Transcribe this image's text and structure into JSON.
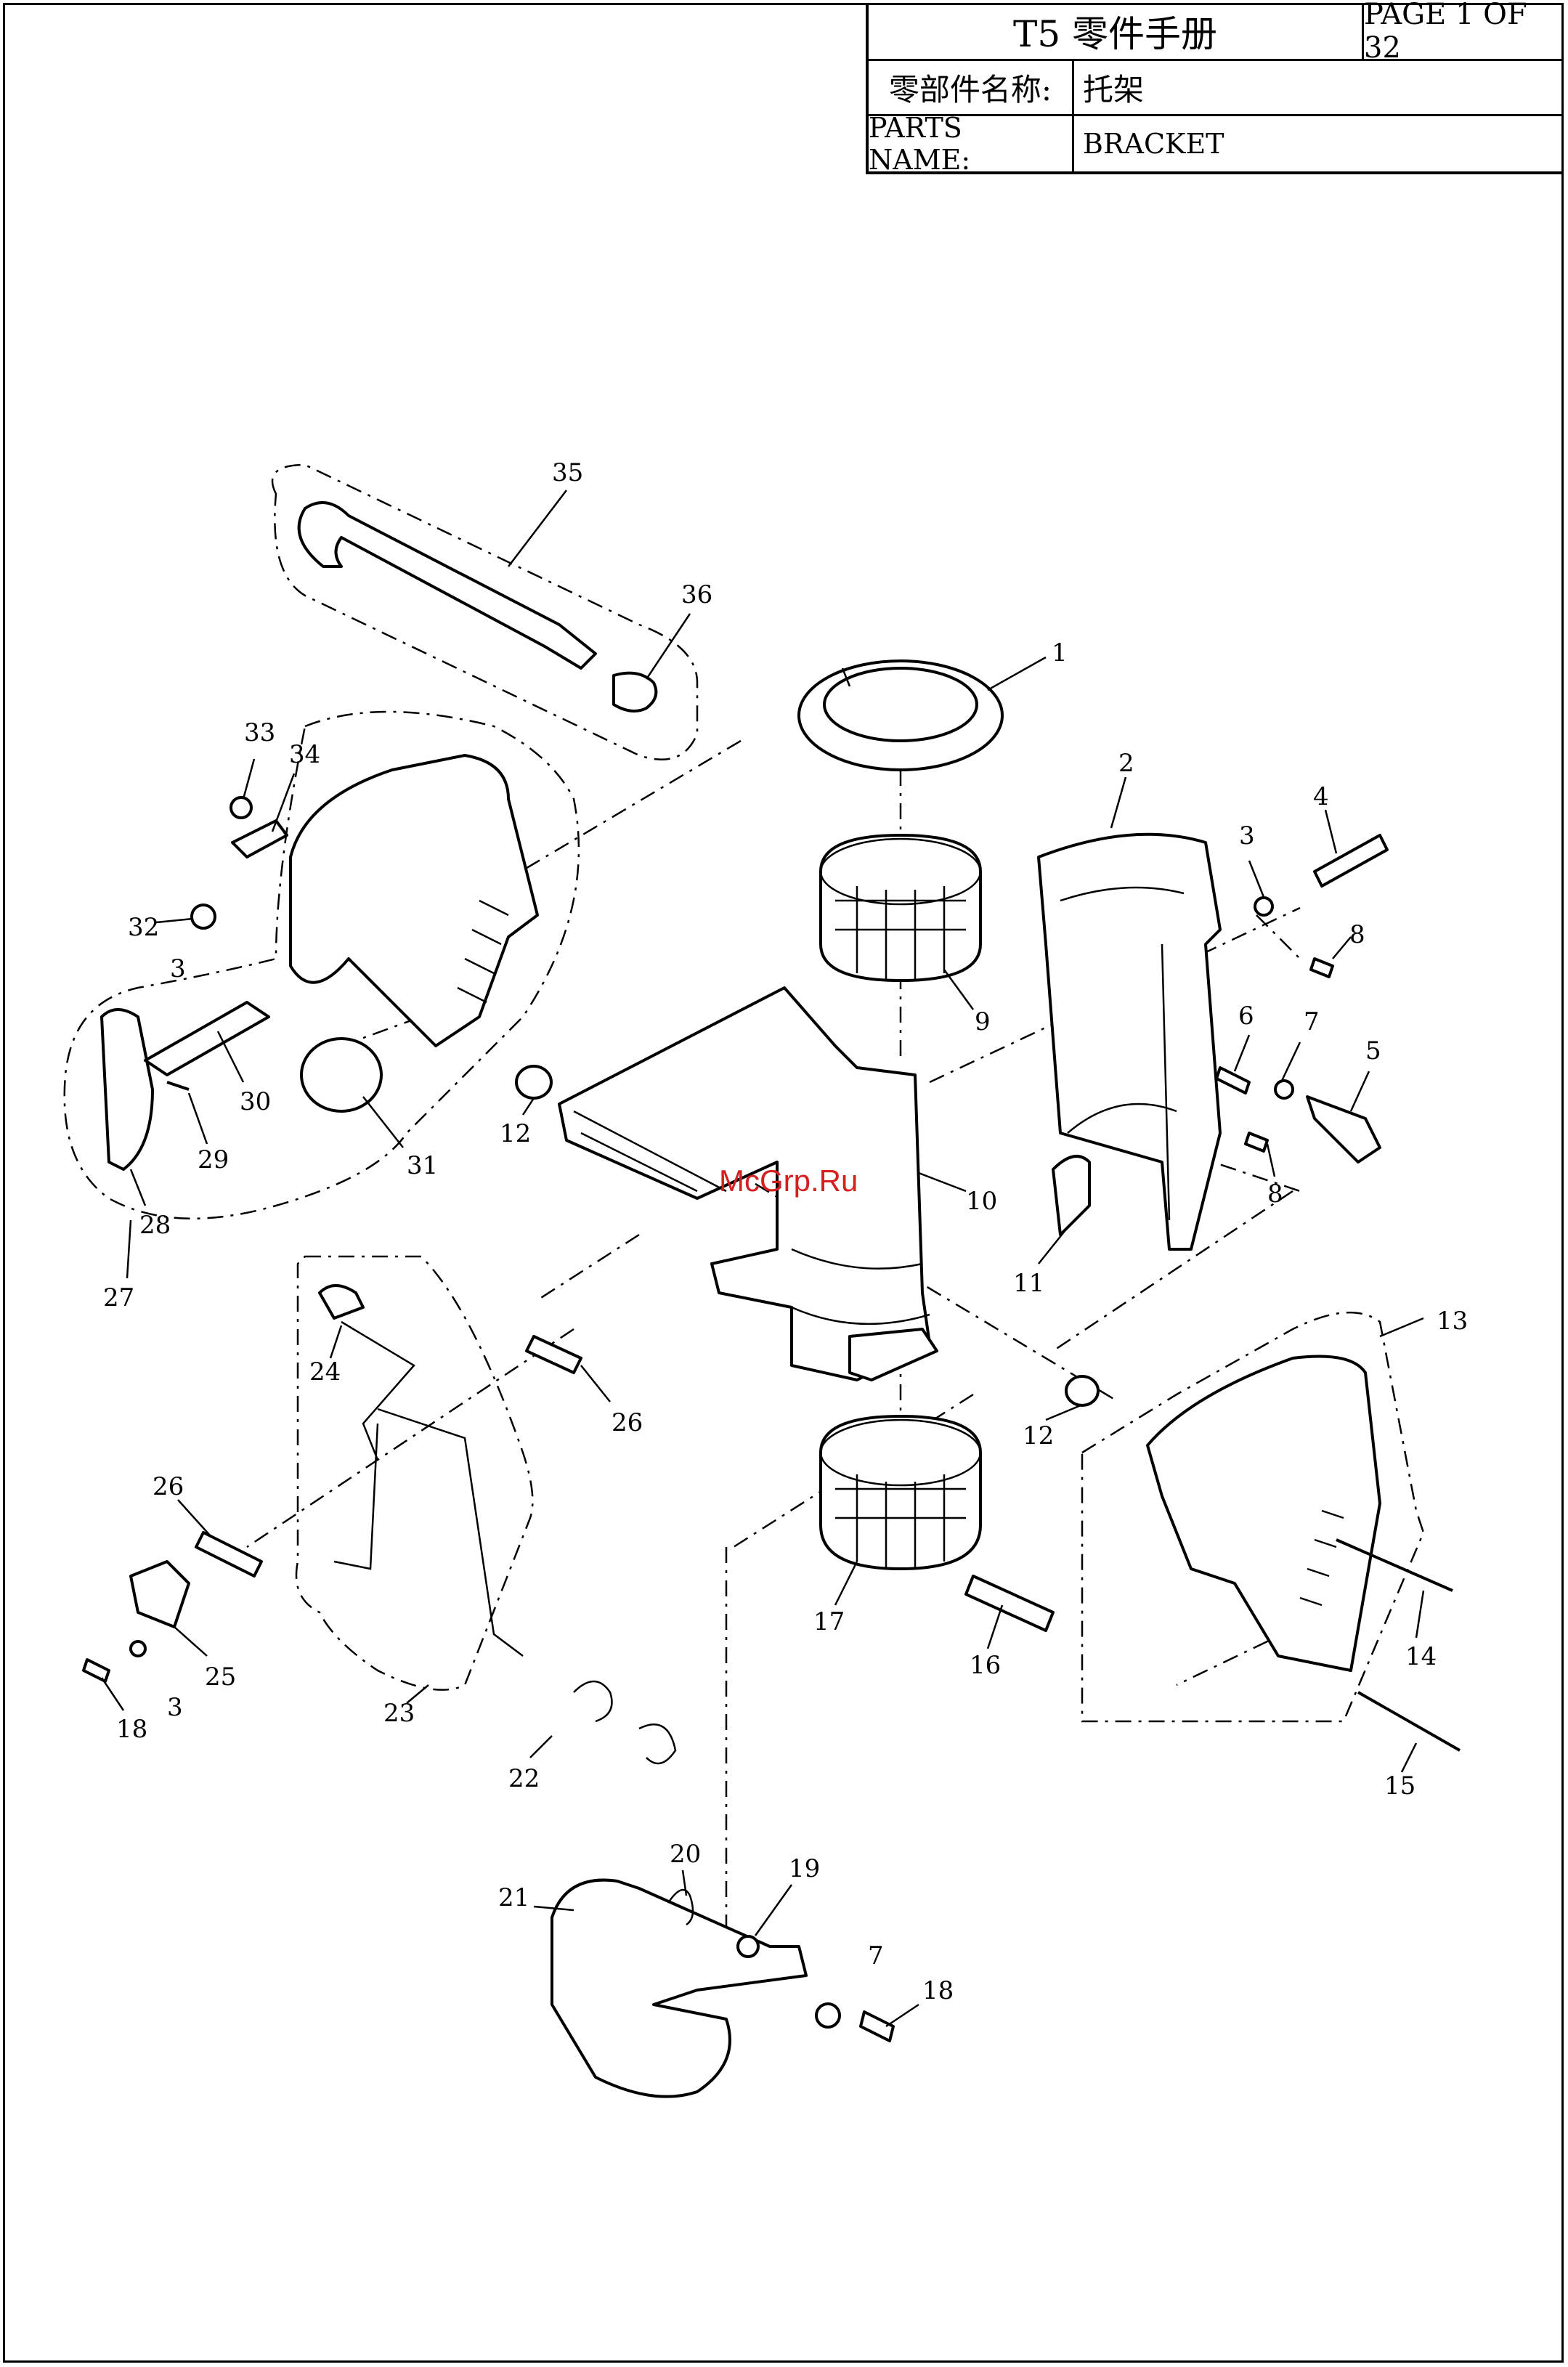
{
  "title_block": {
    "title": "T5 零件手册",
    "page": "PAGE 1 OF 32",
    "name_label_cn": "零部件名称:",
    "name_value_cn": "托架",
    "name_label_en": "PARTS NAME:",
    "name_value_en": "BRACKET"
  },
  "watermark": "McGrp.Ru",
  "callouts": {
    "c1": "1",
    "c2": "2",
    "c3a": "3",
    "c3b": "3",
    "c3c": "3",
    "c4": "4",
    "c5": "5",
    "c6": "6",
    "c7a": "7",
    "c7b": "7",
    "c8a": "8",
    "c8b": "8",
    "c9": "9",
    "c10": "10",
    "c11": "11",
    "c12a": "12",
    "c12b": "12",
    "c13": "13",
    "c14": "14",
    "c15": "15",
    "c16": "16",
    "c17": "17",
    "c18a": "18",
    "c18b": "18",
    "c19": "19",
    "c20": "20",
    "c21": "21",
    "c22": "22",
    "c23": "23",
    "c24": "24",
    "c25": "25",
    "c26a": "26",
    "c26b": "26",
    "c27": "27",
    "c28": "28",
    "c29": "29",
    "c30": "30",
    "c31": "31",
    "c32": "32",
    "c33": "33",
    "c34": "34",
    "c35": "35",
    "c36": "36"
  }
}
